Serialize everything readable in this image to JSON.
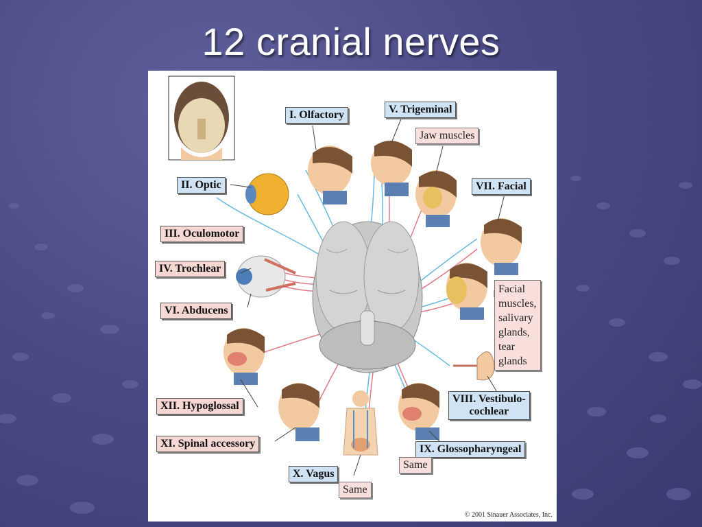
{
  "slide": {
    "title": "12 cranial nerves"
  },
  "figure": {
    "nerves": {
      "olfactory": "I. Olfactory",
      "optic": "II. Optic",
      "oculomotor": "III. Oculomotor",
      "trochlear": "IV. Trochlear",
      "trigeminal": "V. Trigeminal",
      "abducens": "VI. Abducens",
      "facial": "VII. Facial",
      "vestibulocochlear_line1": "VIII. Vestibulo-",
      "vestibulocochlear_line2": "cochlear",
      "glossopharyngeal": "IX. Glossopharyngeal",
      "vagus": "X. Vagus",
      "spinal_accessory": "XI. Spinal accessory",
      "hypoglossal": "XII. Hypoglossal"
    },
    "functions": {
      "jaw_muscles": "Jaw muscles",
      "facial_l1": "Facial",
      "facial_l2": "muscles,",
      "facial_l3": "salivary",
      "facial_l4": "glands,",
      "facial_l5": "tear",
      "facial_l6": "glands",
      "same_ix": "Same",
      "same_x": "Same"
    },
    "copyright": "© 2001 Sinauer Associates, Inc.",
    "colors": {
      "sensory": "#6ab8e0",
      "motor": "#e07a86",
      "blue_box": "#cfe3f4",
      "pink_box": "#f5d7d3"
    }
  }
}
